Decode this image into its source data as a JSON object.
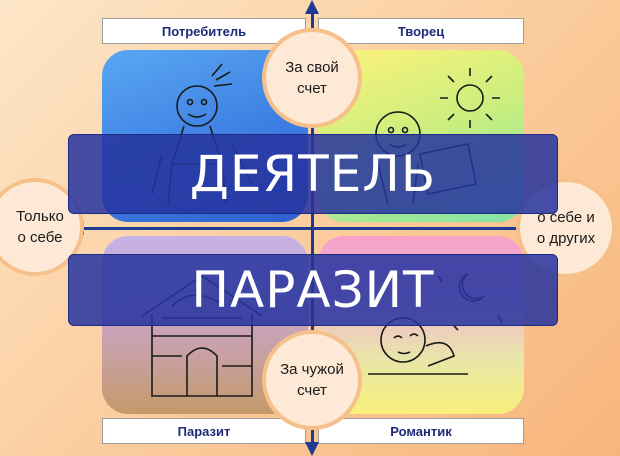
{
  "quadrant_labels": {
    "top_left": "Потребитель",
    "top_right": "Творец",
    "bottom_left": "Паразит",
    "bottom_right": "Романтик"
  },
  "circles": {
    "top": {
      "line1": "За свой",
      "line2": "счет"
    },
    "bottom": {
      "line1": "За чужой",
      "line2": "счет"
    },
    "left": {
      "line1": "Только",
      "line2": "о себе"
    },
    "right": {
      "line1": "о себе и",
      "line2": "о других"
    }
  },
  "banners": {
    "upper": "ДЕЯТЕЛЬ",
    "lower": "ПАРАЗИТ"
  },
  "colors": {
    "axis": "#1f3a93",
    "banner": "#26349e",
    "label_text": "#1e2a78"
  },
  "icons": {
    "top_left": "child-with-feather-icon",
    "top_right": "child-with-sun-icon",
    "bottom_left": "house-sketch-icon",
    "bottom_right": "child-with-moon-icon"
  }
}
